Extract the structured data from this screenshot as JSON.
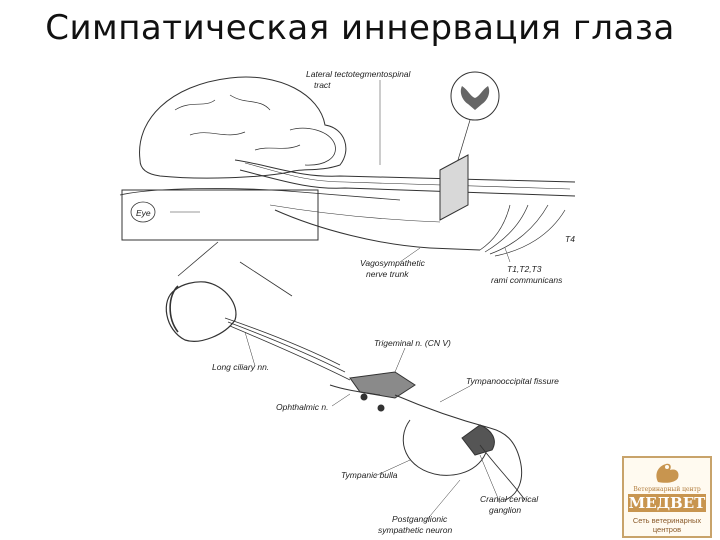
{
  "title": "Симпатическая иннервация глаза",
  "labels": {
    "lateral_tract": "Lateral tectotegmentospinal",
    "tract": "tract",
    "eye": "Eye",
    "vagosympathetic": "Vagosympathetic",
    "nerve_trunk": "nerve trunk",
    "t1t2t3": "T1,T2,T3",
    "rami": "rami communicans",
    "trigeminal": "Trigeminal n. (CN V)",
    "long_ciliary": "Long ciliary nn.",
    "tympanooccipital": "Tympanooccipital fissure",
    "ophthalmic": "Ophthalmic n.",
    "tympanic_bulla": "Tympanic bulla",
    "cranial_cervical": "Cranial cervical",
    "ganglion": "ganglion",
    "postganglionic": "Postganglionic",
    "sympathetic_neuron": "sympathetic neuron",
    "t4": "T4"
  },
  "logo": {
    "small": "Ветеринарный центр",
    "name": "МЕДВЕТ",
    "tagline_1": "Сеть ветеринарных",
    "tagline_2": "центров"
  },
  "colors": {
    "line": "#333333",
    "fill_gray": "#8a8a8a",
    "logo_accent": "#c8954f"
  }
}
